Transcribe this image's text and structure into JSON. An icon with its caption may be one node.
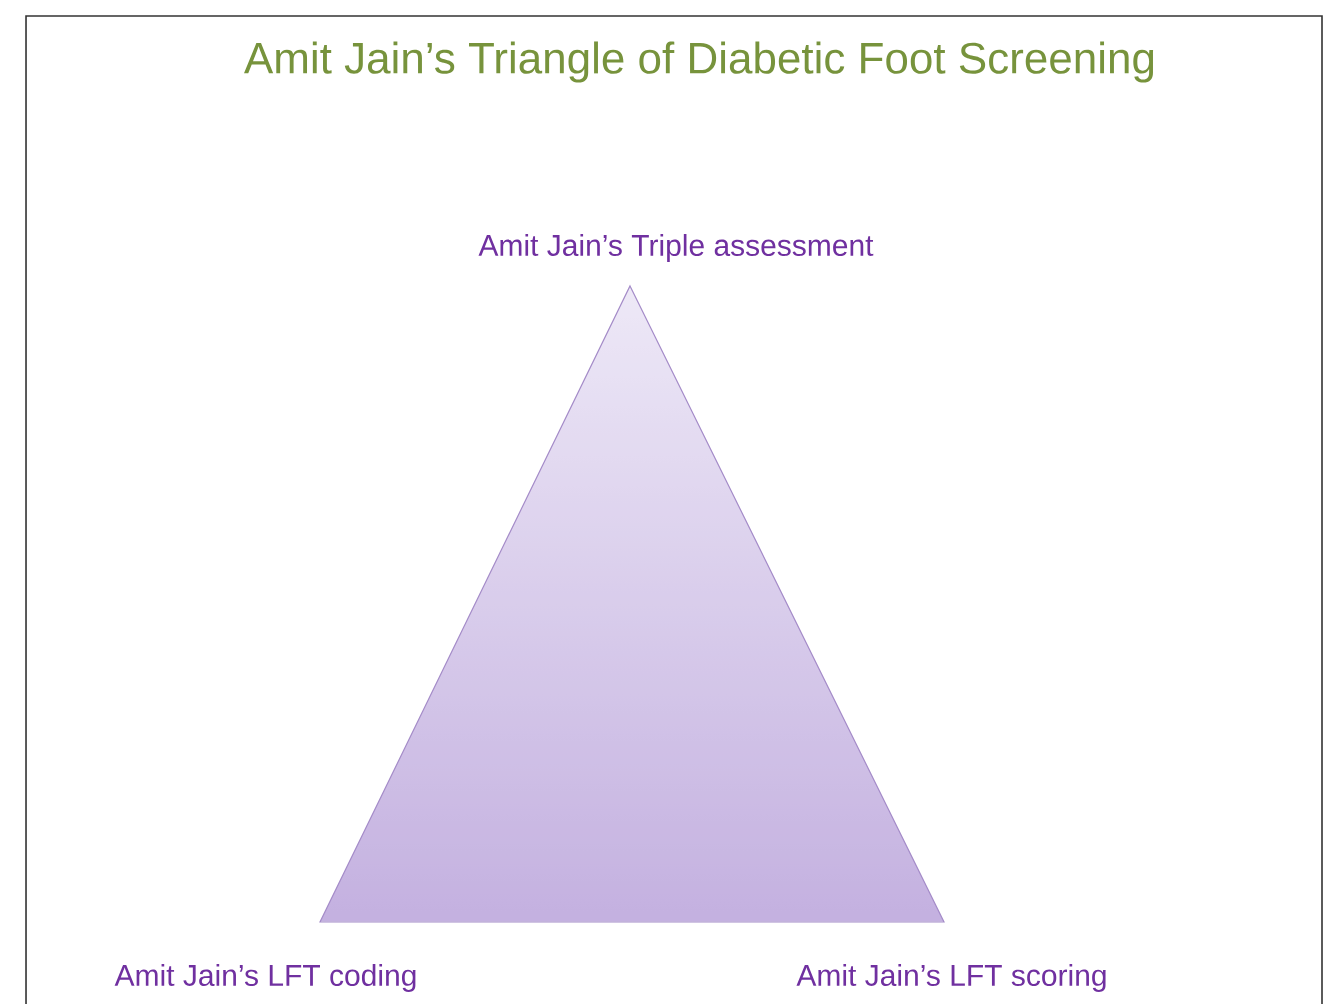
{
  "diagram": {
    "title": "Amit Jain’s Triangle of Diabetic Foot Screening",
    "labels": [
      "Amit Jain’s Triple assessment",
      "Amit Jain’s LFT coding",
      "Amit Jain’s LFT scoring"
    ]
  }
}
